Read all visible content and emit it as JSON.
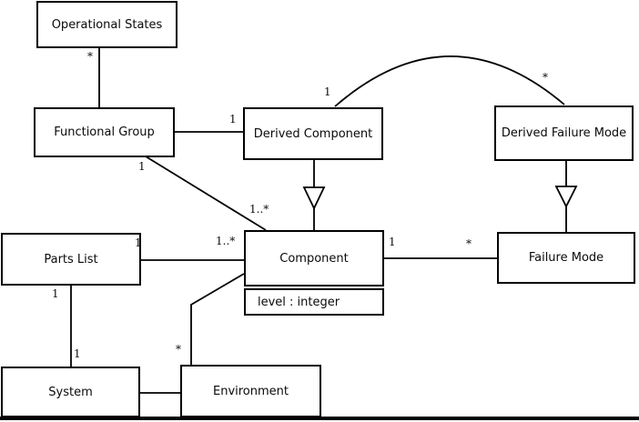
{
  "diagram": {
    "type": "uml-class-diagram",
    "background_color": "#ffffff",
    "line_color": "#000000",
    "classes": {
      "operational_states": "Operational States",
      "functional_group": "Functional Group",
      "derived_component": "Derived Component",
      "derived_failure_mode": "Derived Failure Mode",
      "parts_list": "Parts List",
      "component": "Component",
      "component_attribute": "level : integer",
      "failure_mode": "Failure Mode",
      "system": "System",
      "environment": "Environment"
    },
    "multiplicities": {
      "operational_states_star": "*",
      "functional_group_derived_component_one": "1",
      "functional_group_component_one": "1",
      "functional_group_component_many": "1..*",
      "derived_component_arc_one": "1",
      "derived_failure_mode_arc_star": "*",
      "parts_list_corner_one": "1",
      "parts_list_component_many": "1..*",
      "component_failure_mode_one": "1",
      "component_failure_mode_star": "*",
      "parts_list_system_one": "1",
      "system_top_one": "1",
      "environment_star": "*"
    },
    "relationships": [
      {
        "from": "Operational States",
        "to": "Functional Group",
        "kind": "association",
        "from_multiplicity": "*"
      },
      {
        "from": "Functional Group",
        "to": "Derived Component",
        "kind": "association",
        "to_multiplicity": "1"
      },
      {
        "from": "Functional Group",
        "to": "Component",
        "kind": "association",
        "from_multiplicity": "1",
        "to_multiplicity": "1..*"
      },
      {
        "from": "Derived Component",
        "to": "Component",
        "kind": "generalization"
      },
      {
        "from": "Derived Component",
        "to": "Derived Failure Mode",
        "kind": "association-arc",
        "from_multiplicity": "1",
        "to_multiplicity": "*"
      },
      {
        "from": "Derived Failure Mode",
        "to": "Failure Mode",
        "kind": "generalization"
      },
      {
        "from": "Component",
        "to": "Failure Mode",
        "kind": "association",
        "from_multiplicity": "1",
        "to_multiplicity": "*"
      },
      {
        "from": "Parts List",
        "to": "Component",
        "kind": "association",
        "from_multiplicity": "1",
        "to_multiplicity": "1..*"
      },
      {
        "from": "Parts List",
        "to": "System",
        "kind": "association",
        "from_multiplicity": "1",
        "to_multiplicity": "1"
      },
      {
        "from": "System",
        "to": "Environment",
        "kind": "association"
      },
      {
        "from": "Environment",
        "to": "Component",
        "kind": "association",
        "from_multiplicity": "*"
      }
    ]
  }
}
